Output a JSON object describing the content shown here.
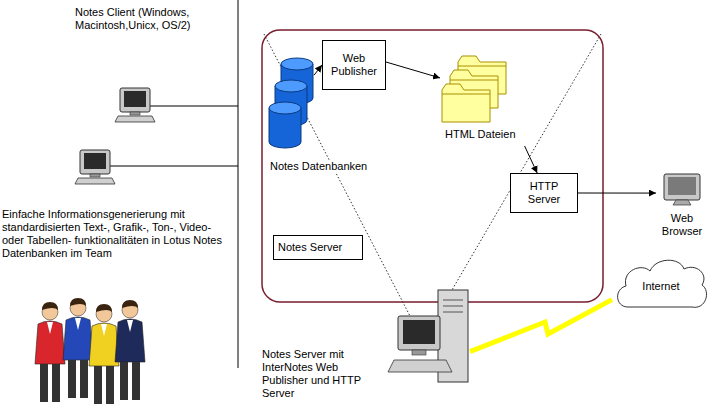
{
  "diagram": {
    "nodes": [
      {
        "text": [
          "Web Publisher"
        ]
      },
      {
        "text": [
          "Notes Datenbanken"
        ]
      },
      {
        "text": [
          "HTML Dateien"
        ]
      },
      {
        "text": [
          "HTTP Server"
        ]
      },
      {
        "text": [
          "Notes Server"
        ]
      },
      {
        "text": [
          "Web Browser"
        ]
      },
      {
        "text": [
          "Notes Server mit InterNotes Web Publisher und HTTP Server"
        ]
      },
      {
        "text": [
          "Internet"
        ]
      }
    ],
    "edges": [
      {
        "from": 1,
        "to": 0,
        "arrow": "to"
      },
      {
        "from": 0,
        "to": 2,
        "arrow": "to"
      },
      {
        "from": 2,
        "to": 3,
        "arrow": "to"
      },
      {
        "from": 3,
        "to": 5,
        "arrow": "to"
      },
      {
        "from": 6,
        "to": 7,
        "arrow": "none"
      }
    ],
    "labels": [
      "Notes Client (Windows, Macintosh,Unicx, OS/2)",
      "Einfache Informationsgenerierung mit standardisierten Text-, Grafik-, Ton-, Video- oder Tabellen- funktionalitäten in Lotus Notes Datenbanken im Team"
    ]
  }
}
